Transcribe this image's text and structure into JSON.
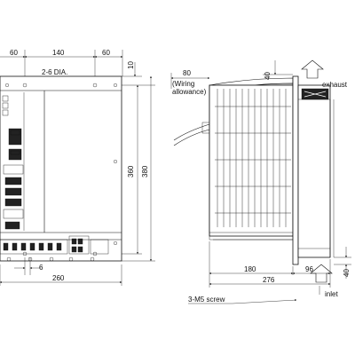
{
  "front_view": {
    "dims": {
      "left_margin": "60",
      "center_span": "140",
      "right_margin": "60",
      "top_offset": "10",
      "inner_height": "360",
      "outer_height": "380",
      "total_width": "260",
      "bottom_small": "6"
    },
    "hole_callout": "2-6 DIA."
  },
  "side_view": {
    "dims": {
      "wiring": "80",
      "top_flange": "40",
      "depth_body": "180",
      "depth_heatsink": "96",
      "total_depth": "276",
      "bottom_flange": "40"
    },
    "labels": {
      "wiring_line1": "(Wiring",
      "wiring_line2": "allowance)",
      "exhaust": "exhaust",
      "inlet": "inlet",
      "screw": "3-M5 screw"
    }
  }
}
